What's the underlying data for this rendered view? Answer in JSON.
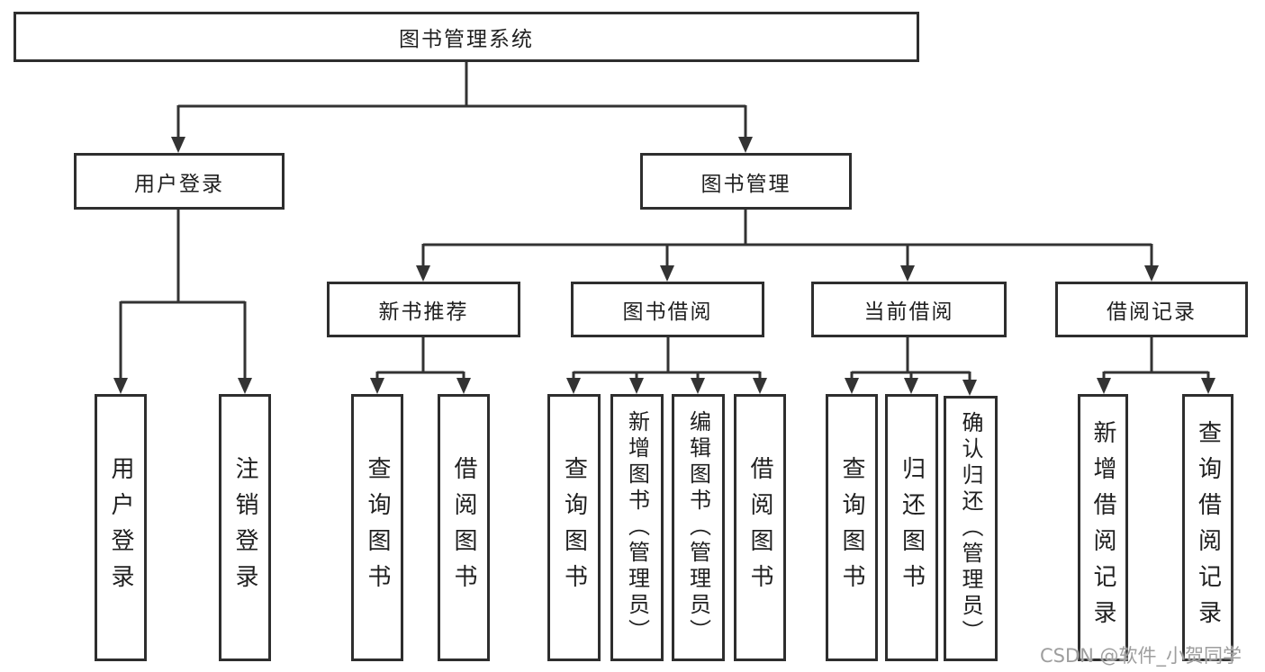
{
  "diagram": {
    "title": "图书管理系统",
    "tree": {
      "root": {
        "label": "图书管理系统",
        "children": [
          {
            "label": "用户登录",
            "children": [
              {
                "label": "用户登录"
              },
              {
                "label": "注销登录"
              }
            ]
          },
          {
            "label": "图书管理",
            "children": [
              {
                "label": "新书推荐",
                "children": [
                  {
                    "label": "查询图书"
                  },
                  {
                    "label": "借阅图书"
                  }
                ]
              },
              {
                "label": "图书借阅",
                "children": [
                  {
                    "label": "查询图书"
                  },
                  {
                    "label": "新增图书（管理员）"
                  },
                  {
                    "label": "编辑图书（管理员）"
                  },
                  {
                    "label": "借阅图书"
                  }
                ]
              },
              {
                "label": "当前借阅",
                "children": [
                  {
                    "label": "查询图书"
                  },
                  {
                    "label": "归还图书"
                  },
                  {
                    "label": "确认归还（管理员）"
                  }
                ]
              },
              {
                "label": "借阅记录",
                "children": [
                  {
                    "label": "新增借阅记录"
                  },
                  {
                    "label": "查询借阅记录"
                  }
                ]
              }
            ]
          }
        ]
      }
    },
    "colors": {
      "line": "#333333",
      "box_border": "#2e2e2e",
      "text": "#1f1f1f",
      "background": "#ffffff",
      "watermark": "#9e9e9e"
    }
  },
  "watermark": {
    "text": "CSDN @软件_小贺同学"
  }
}
